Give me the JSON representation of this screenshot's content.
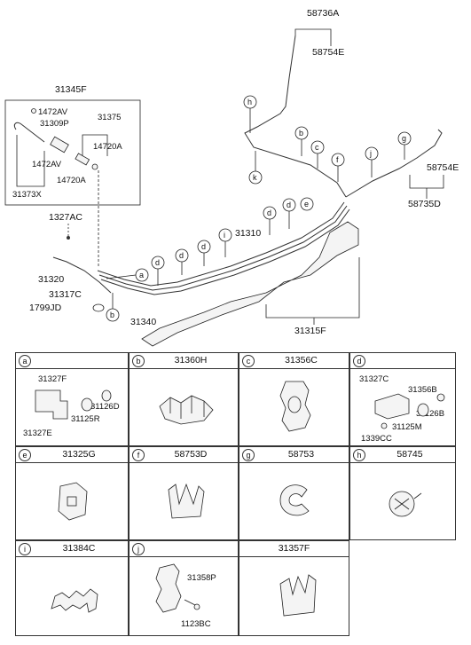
{
  "overview": {
    "top_labels": {
      "l58736A": "58736A",
      "l58754E_top": "58754E",
      "l31345F": "31345F",
      "l1472AV_a": "1472AV",
      "l31309P": "31309P",
      "l31375": "31375",
      "l14720A_a": "14720A",
      "l1472AV_b": "1472AV",
      "l14720A_b": "14720A",
      "l31373X": "31373X",
      "l1327AC": "1327AC",
      "l31320": "31320",
      "l31317C": "31317C",
      "l1799JD": "1799JD",
      "l31340": "31340",
      "l31310": "31310",
      "l31315F": "31315F",
      "l58754E_right": "58754E",
      "l58735D": "58735D"
    },
    "callouts": {
      "h": "h",
      "k": "k",
      "b_top": "b",
      "c": "c",
      "f": "f",
      "e": "e",
      "d1": "d",
      "d2": "d",
      "d3": "d",
      "d4": "d",
      "d5": "d",
      "i": "i",
      "j": "j",
      "g": "g",
      "a": "a",
      "b_low": "b"
    }
  },
  "cells": [
    {
      "letter": "a",
      "part": "",
      "subs": [
        "31327F",
        "31126D",
        "31125R",
        "31327E"
      ]
    },
    {
      "letter": "b",
      "part": "31360H",
      "subs": []
    },
    {
      "letter": "c",
      "part": "31356C",
      "subs": []
    },
    {
      "letter": "d",
      "part": "",
      "subs": [
        "31327C",
        "31356B",
        "31126B",
        "31125M",
        "1339CC"
      ]
    },
    {
      "letter": "e",
      "part": "31325G",
      "subs": []
    },
    {
      "letter": "f",
      "part": "58753D",
      "subs": []
    },
    {
      "letter": "g",
      "part": "58753",
      "subs": []
    },
    {
      "letter": "h",
      "part": "58745",
      "subs": []
    },
    {
      "letter": "i",
      "part": "31384C",
      "subs": []
    },
    {
      "letter": "j",
      "part": "",
      "subs": [
        "31358P",
        "1123BC"
      ]
    },
    {
      "letter": "",
      "part": "31357F",
      "subs": []
    }
  ]
}
